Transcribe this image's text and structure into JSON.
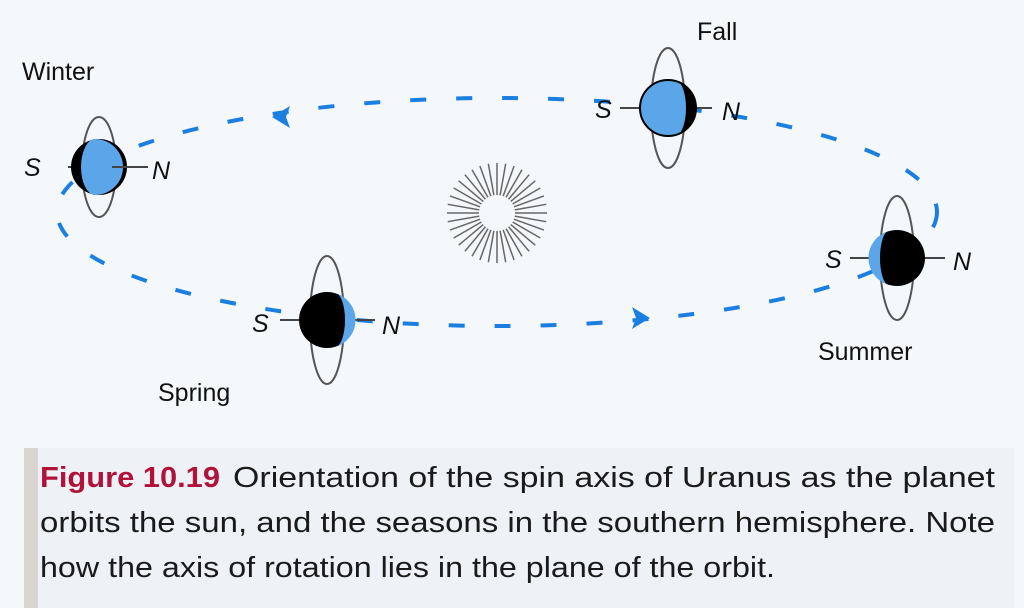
{
  "seasons": {
    "winter": {
      "label": "Winter",
      "south": "S",
      "north": "N"
    },
    "spring": {
      "label": "Spring",
      "south": "S",
      "north": "N"
    },
    "summer": {
      "label": "Summer",
      "south": "S",
      "north": "N"
    },
    "fall": {
      "label": "Fall",
      "south": "S",
      "north": "N"
    }
  },
  "caption": {
    "figure_label": "Figure 10.19",
    "line1": "Orientation of the spin axis of Uranus as the planet",
    "line2": "orbits the sun, and the seasons in the southern hemisphere. Note",
    "line3": "how the axis of rotation lies in the plane of the orbit."
  },
  "colors": {
    "orbit": "#1a7fe0",
    "planet_lit": "#5aa6e8",
    "planet_dark": "#000000",
    "figure_label": "#b0123a"
  }
}
